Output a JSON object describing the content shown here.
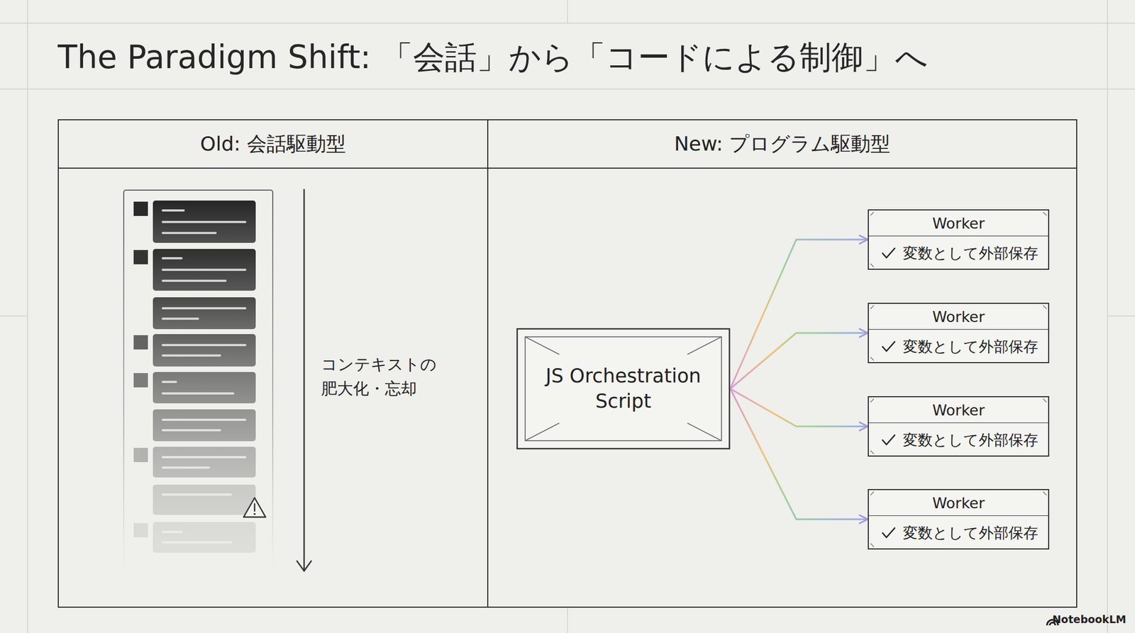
{
  "diagram": {
    "title": "The Paradigm Shift: 「会話」から「コードによる制御」へ",
    "nodes": [
      {
        "text": [
          "Old: 会話駆動型"
        ]
      },
      {
        "text": [
          "New: プログラム駆動型"
        ]
      },
      {
        "text": [
          "JS Orchestration Script"
        ],
        "in": 1
      },
      {
        "text": [
          "Worker",
          "変数として外部保存"
        ],
        "in": 1
      },
      {
        "text": [
          "Worker",
          "変数として外部保存"
        ],
        "in": 1
      },
      {
        "text": [
          "Worker",
          "変数として外部保存"
        ],
        "in": 1
      },
      {
        "text": [
          "Worker",
          "変数として外部保存"
        ],
        "in": 1
      }
    ],
    "edges": [
      {
        "from": 2,
        "to": 3,
        "arrow": "to"
      },
      {
        "from": 2,
        "to": 4,
        "arrow": "to"
      },
      {
        "from": 2,
        "to": 5,
        "arrow": "to"
      },
      {
        "from": 2,
        "to": 6,
        "arrow": "to"
      }
    ],
    "labels": [
      "コンテキストの 肥大化・忘却",
      "NotebookLM"
    ]
  }
}
